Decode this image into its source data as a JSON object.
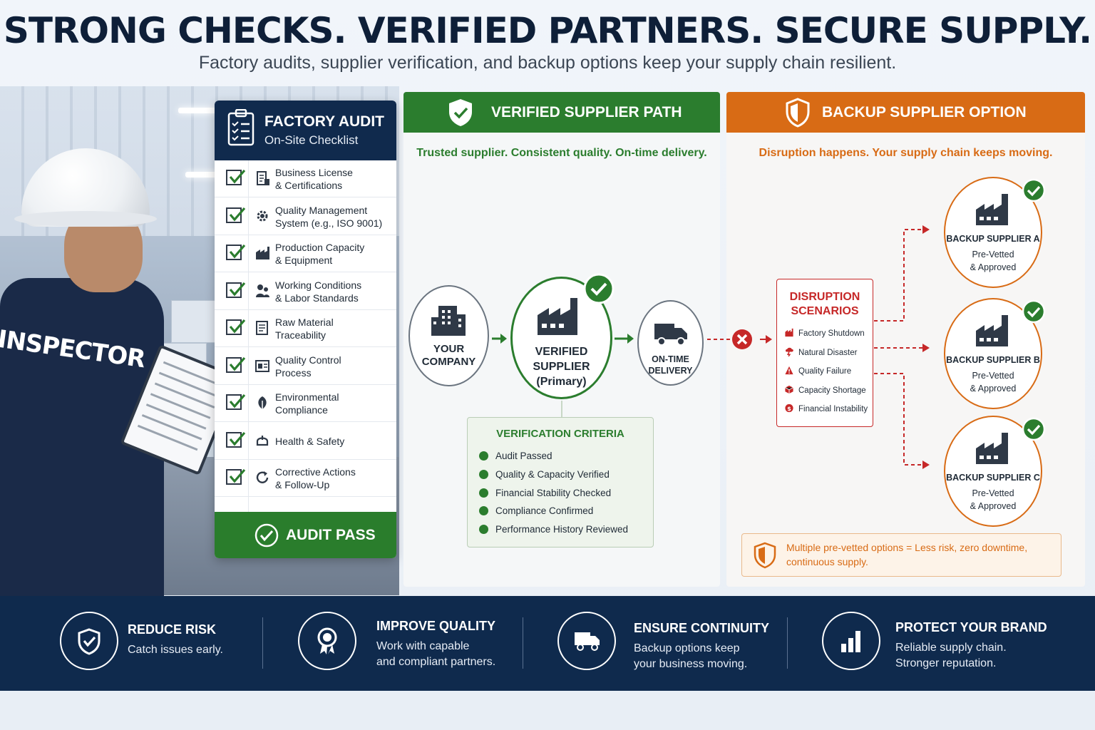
{
  "header": {
    "title": "STRONG CHECKS. VERIFIED PARTNERS. SECURE SUPPLY.",
    "subtitle": "Factory audits, supplier verification, and backup options keep your supply chain resilient."
  },
  "photo": {
    "vest_label": "INSPECTOR"
  },
  "audit": {
    "title": "FACTORY AUDIT",
    "subtitle": "On-Site Checklist",
    "items": [
      {
        "label": "Business License\n& Certifications",
        "icon": "document-icon"
      },
      {
        "label": "Quality Management\nSystem (e.g., ISO 9001)",
        "icon": "gear-icon"
      },
      {
        "label": "Production Capacity\n& Equipment",
        "icon": "factory-icon"
      },
      {
        "label": "Working Conditions\n& Labor Standards",
        "icon": "workers-icon"
      },
      {
        "label": "Raw Material\nTraceability",
        "icon": "list-icon"
      },
      {
        "label": "Quality Control\nProcess",
        "icon": "inspection-icon"
      },
      {
        "label": "Environmental\nCompliance",
        "icon": "leaf-icon"
      },
      {
        "label": "Health & Safety",
        "icon": "safety-icon"
      },
      {
        "label": "Corrective Actions\n& Follow-Up",
        "icon": "refresh-icon"
      }
    ],
    "pass_label": "AUDIT PASS"
  },
  "verified": {
    "title": "VERIFIED SUPPLIER PATH",
    "tagline": "Trusted supplier. Consistent quality. On-time delivery.",
    "company_label": "YOUR\nCOMPANY",
    "supplier_label": "VERIFIED\nSUPPLIER\n(Primary)",
    "delivery_label": "ON-TIME\nDELIVERY",
    "criteria_title": "VERIFICATION CRITERIA",
    "criteria": [
      "Audit Passed",
      "Quality & Capacity Verified",
      "Financial Stability Checked",
      "Compliance Confirmed",
      "Performance History Reviewed"
    ]
  },
  "backup": {
    "title": "BACKUP SUPPLIER OPTION",
    "tagline": "Disruption happens. Your supply chain keeps moving.",
    "disruption_title": "DISRUPTION\nSCENARIOS",
    "disruptions": [
      {
        "label": "Factory Shutdown",
        "icon": "factory-icon"
      },
      {
        "label": "Natural Disaster",
        "icon": "storm-icon"
      },
      {
        "label": "Quality Failure",
        "icon": "warning-icon"
      },
      {
        "label": "Capacity Shortage",
        "icon": "box-icon"
      },
      {
        "label": "Financial Instability",
        "icon": "dollar-icon"
      }
    ],
    "suppliers": [
      {
        "name": "BACKUP SUPPLIER A",
        "status": "Pre-Vetted\n& Approved"
      },
      {
        "name": "BACKUP SUPPLIER B",
        "status": "Pre-Vetted\n& Approved"
      },
      {
        "name": "BACKUP SUPPLIER C",
        "status": "Pre-Vetted\n& Approved"
      }
    ],
    "note": "Multiple pre-vetted options = Less risk, zero downtime, continuous supply."
  },
  "footer": {
    "items": [
      {
        "title": "REDUCE RISK",
        "desc": "Catch issues early.",
        "icon": "shield-check-icon"
      },
      {
        "title": "IMPROVE QUALITY",
        "desc": "Work with capable\nand compliant partners.",
        "icon": "award-icon"
      },
      {
        "title": "ENSURE CONTINUITY",
        "desc": "Backup options keep\nyour business moving.",
        "icon": "truck-icon"
      },
      {
        "title": "PROTECT YOUR BRAND",
        "desc": "Reliable supply chain.\nStronger reputation.",
        "icon": "bar-chart-icon"
      }
    ]
  },
  "colors": {
    "navy": "#0f2a4d",
    "green": "#2b7d2e",
    "orange": "#d86b15",
    "red": "#c62828"
  }
}
